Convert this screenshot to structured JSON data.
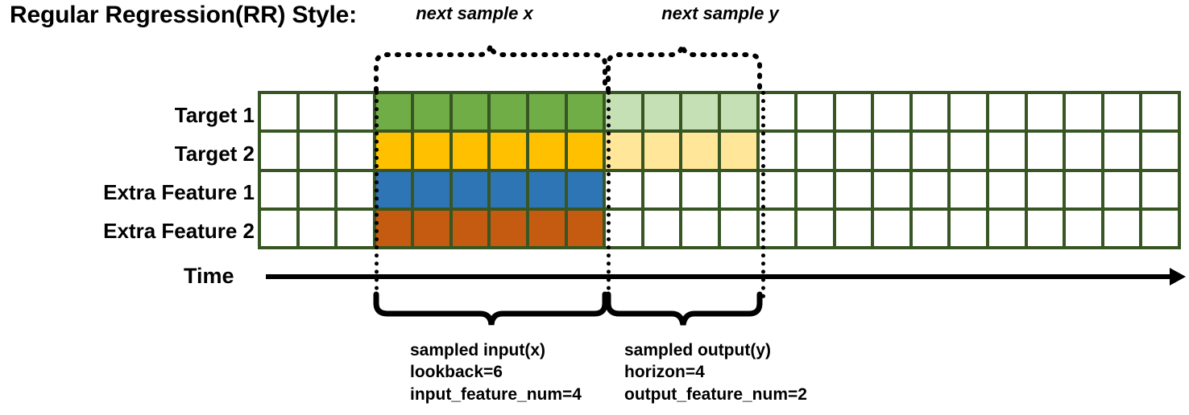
{
  "title": "Regular Regression(RR) Style:",
  "rows": [
    {
      "label": "Target 1",
      "color": "#70ad47",
      "light": "#c5e0b4",
      "has_horizon": true
    },
    {
      "label": "Target 2",
      "color": "#ffc000",
      "light": "#ffe699",
      "has_horizon": true
    },
    {
      "label": "Extra Feature 1",
      "color": "#2e75b6",
      "light": "#ffffff",
      "has_horizon": false
    },
    {
      "label": "Extra Feature 2",
      "color": "#c55a11",
      "light": "#ffffff",
      "has_horizon": false
    }
  ],
  "grid": {
    "total_columns": 24,
    "lead_blank_columns": 3,
    "input_columns": 6,
    "output_columns": 4,
    "border_color": "#375623",
    "empty_color": "#ffffff"
  },
  "axis": {
    "label": "Time",
    "arrow_icon": "arrow-right-icon"
  },
  "top_braces": [
    {
      "caption": "next sample x"
    },
    {
      "caption": "next sample y"
    }
  ],
  "bottom_braces": [
    {
      "lines": [
        "sampled input(x)",
        "lookback=6",
        "input_feature_num=4"
      ]
    },
    {
      "lines": [
        "sampled output(y)",
        "horizon=4",
        "output_feature_num=2"
      ]
    }
  ]
}
